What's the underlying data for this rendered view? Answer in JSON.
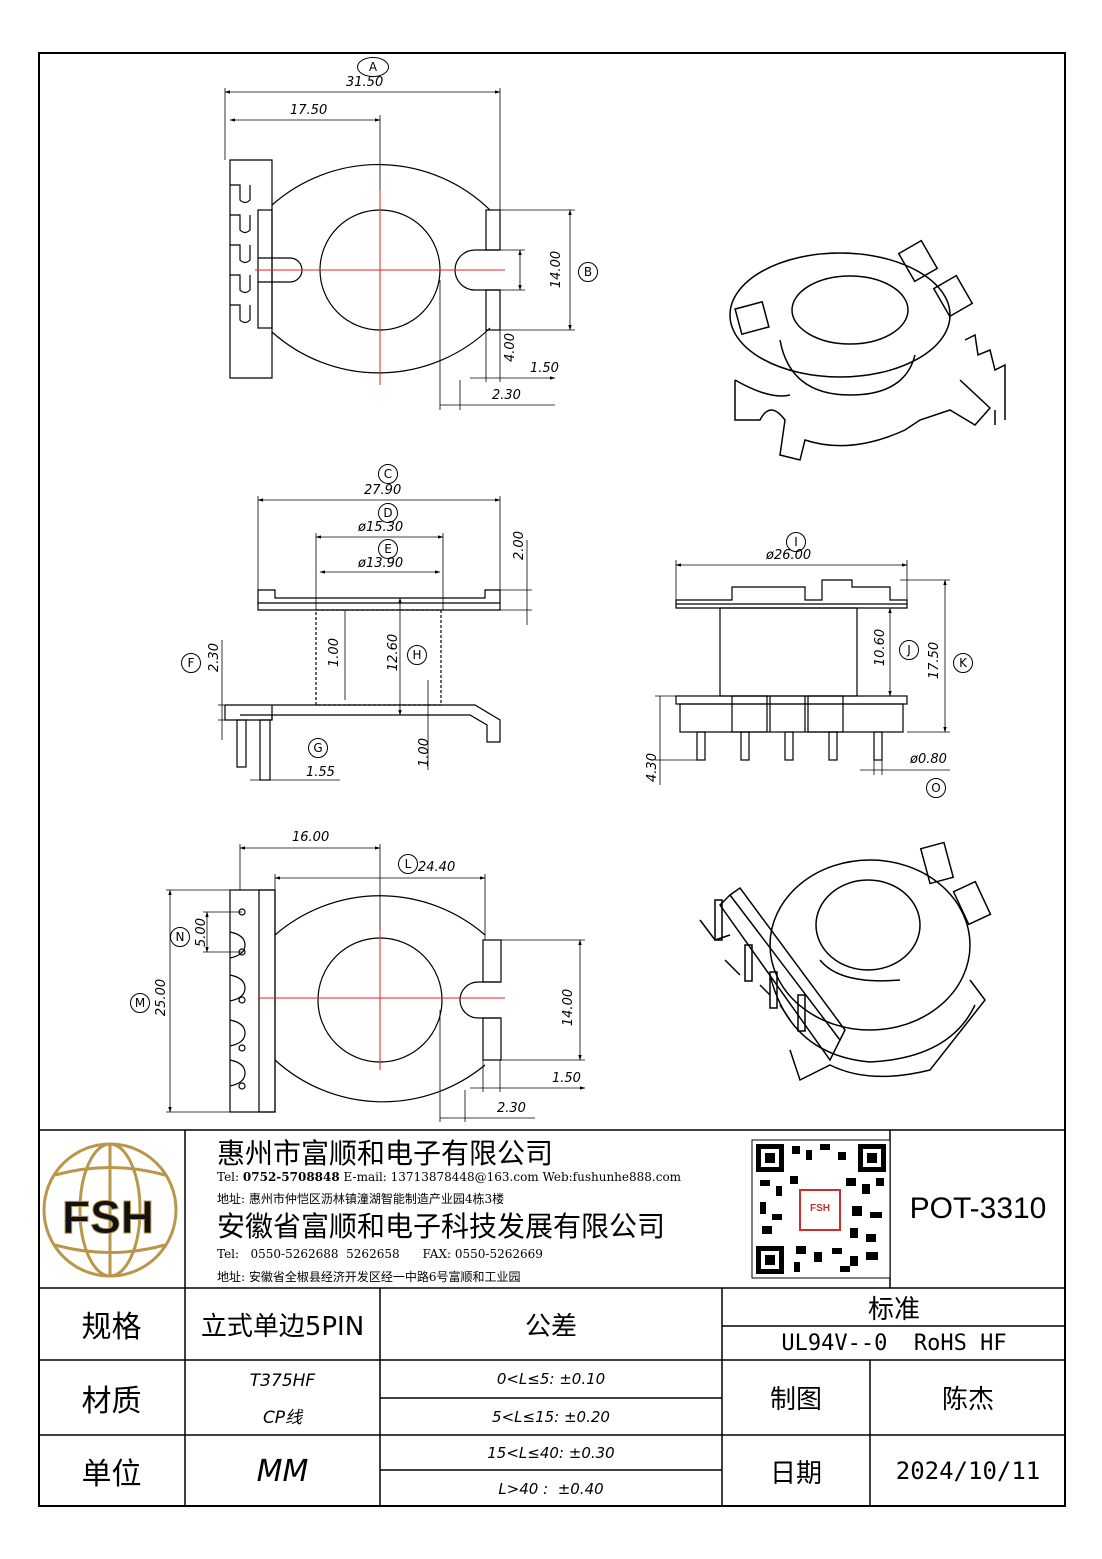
{
  "dimensions": {
    "top_view": {
      "A_label": "A",
      "A": "31.50",
      "w1750": "17.50",
      "B_label": "B",
      "h1400": "14.00",
      "h400": "4.00",
      "w150": "1.50",
      "w230": "2.30"
    },
    "front_view": {
      "C_label": "C",
      "C": "27.90",
      "D_label": "D",
      "D": "ø15.30",
      "E_label": "E",
      "E": "ø13.90",
      "h200": "2.00",
      "F_label": "F",
      "F": "2.30",
      "h100a": "1.00",
      "h1260": "12.60",
      "H_label": "H",
      "h100b": "1.00",
      "G_label": "G",
      "G": "1.55"
    },
    "side_view": {
      "I_label": "I",
      "I": "ø26.00",
      "J_label": "J",
      "J": "10.60",
      "K_label": "K",
      "K": "17.50",
      "h430": "4.30",
      "pin": "ø0.80",
      "O_label": "O"
    },
    "bottom_view": {
      "w1600": "16.00",
      "L_label": "L",
      "L": "24.40",
      "N_label": "N",
      "N": "5.00",
      "M_label": "M",
      "M": "25.00",
      "h1400": "14.00",
      "w150": "1.50",
      "w230": "2.30"
    }
  },
  "title_block": {
    "logo_text": "FSH",
    "company1": "惠州市富顺和电子有限公司",
    "contact1_tel_label": "Tel:",
    "contact1_tel": "0752-5708848",
    "contact1_rest": "E-mail: 13713878448@163.com  Web:fushunhe888.com",
    "address1": "地址: 惠州市仲恺区沥林镇潼湖智能制造产业园4栋3楼",
    "company2": "安徽省富顺和电子科技发展有限公司",
    "contact2": "Tel:   0550-5262688  5262658      FAX: 0550-5262669",
    "address2": "地址: 安徽省全椒县经济开发区经一中路6号富顺和工业园",
    "qr_label": "FSH",
    "part_number": "POT-3310"
  },
  "spec_table": {
    "spec_label": "规格",
    "spec_value": "立式单边5PIN",
    "tolerance_label": "公差",
    "standard_label": "标准",
    "standard_value": "UL94V--0  RoHS HF",
    "material_label": "材质",
    "material_value1": "T375HF",
    "material_value2": "CP线",
    "tol1": "0<L≤5: ±0.10",
    "tol2": "5<L≤15: ±0.20",
    "tol3": "15<L≤40: ±0.30",
    "tol4": "L>40 :  ±0.40",
    "drawn_label": "制图",
    "drawn_value": "陈杰",
    "unit_label": "单位",
    "unit_value": "MM",
    "date_label": "日期",
    "date_value": "2024/10/11"
  },
  "colors": {
    "line": "#000000",
    "center": "#e02020",
    "gold": "#b8964a"
  }
}
